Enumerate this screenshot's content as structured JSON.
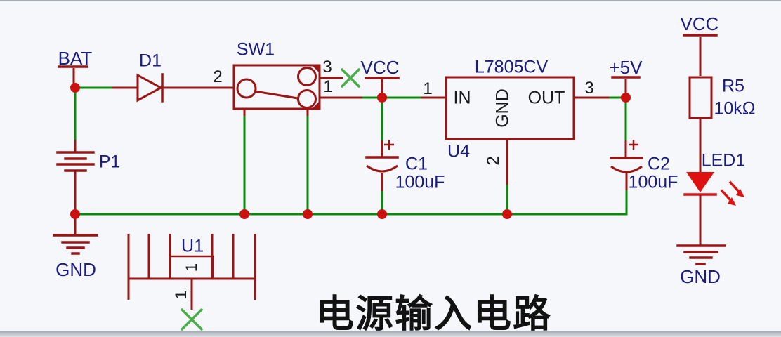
{
  "title": "电源输入电路",
  "colors": {
    "background": "#f6f7fb",
    "wire": "#0a8a0a",
    "component": "#9b1515",
    "junction": "#cc1111",
    "led_fill": "#dd1111",
    "no_connect": "#49ad49",
    "label": "#1c1c80",
    "pin_number": "#1a1a1a",
    "title_color": "#121212"
  },
  "net_labels": {
    "bat": "BAT",
    "vcc_switch": "VCC",
    "plus5v": "+5V",
    "vcc_resistor": "VCC",
    "gnd_left": "GND",
    "gnd_right": "GND"
  },
  "components": {
    "d1": {
      "ref": "D1"
    },
    "sw1": {
      "ref": "SW1",
      "pin_2": "2",
      "pin_3": "3",
      "pin_1": "1"
    },
    "p1": {
      "ref": "P1"
    },
    "u4": {
      "ref": "U4",
      "value": "L7805CV",
      "pin_in_name": "IN",
      "pin_gnd_name": "GND",
      "pin_out_name": "OUT",
      "pin_in_num": "1",
      "pin_gnd_num": "2",
      "pin_out_num": "3"
    },
    "c1": {
      "ref": "C1",
      "value": "100uF"
    },
    "c2": {
      "ref": "C2",
      "value": "100uF"
    },
    "r5": {
      "ref": "R5",
      "value": "10kΩ"
    },
    "led1": {
      "ref": "LED1"
    },
    "u1": {
      "ref": "U1",
      "pin_inner": "1",
      "pin_stem": "1"
    }
  }
}
